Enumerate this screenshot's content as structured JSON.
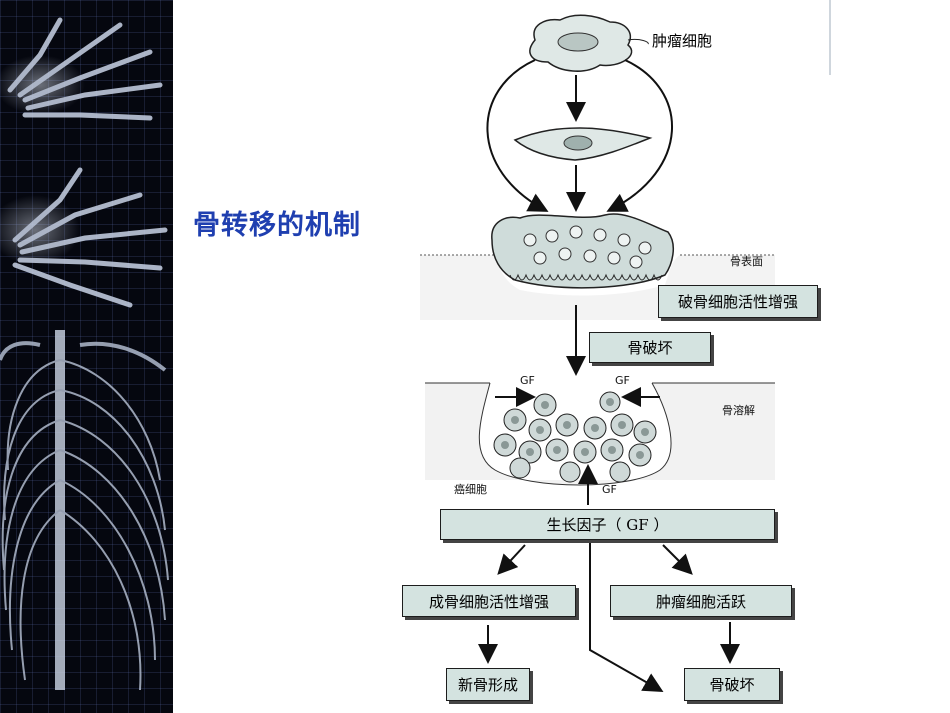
{
  "slide": {
    "title": "骨转移的机制"
  },
  "diagram": {
    "tumor_cell_label": "肿瘤细胞",
    "bone_surface_label": "骨表面",
    "bone_lysis_label": "骨溶解",
    "cancer_cell_label": "癌细胞",
    "gf_left": "GF",
    "gf_right": "GF",
    "gf_bottom": "GF",
    "boxes": {
      "osteoclast_active": "破骨细胞活性增强",
      "bone_destruction_1": "骨破坏",
      "growth_factor": "生长因子（ GF ）",
      "osteoblast_active": "成骨细胞活性增强",
      "tumor_active": "肿瘤细胞活跃",
      "new_bone": "新骨形成",
      "bone_destruction_2": "骨破坏"
    }
  },
  "colors": {
    "title": "#1f3fb0",
    "box_fill": "#d4e3e0",
    "sidebar_bg": "#05070f"
  },
  "icons": [
    "hand-xray-icon",
    "ribcage-xray-icon",
    "tumor-cell-icon",
    "osteoclast-icon"
  ]
}
